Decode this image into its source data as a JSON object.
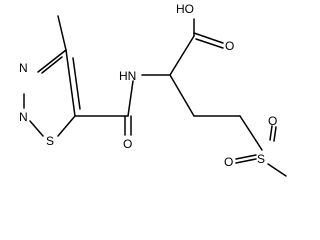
{
  "atoms": {
    "oh": "HO",
    "carbonyl_o_acid": "O",
    "nh": "HN",
    "carbonyl_o_amide": "O",
    "n3": "N",
    "n2": "N",
    "s1": "S",
    "sulfonyl_s": "S",
    "sulfonyl_o_left": "O",
    "sulfonyl_o_right": "O"
  },
  "colors": {
    "ink": "#000000",
    "background": "#ffffff"
  }
}
